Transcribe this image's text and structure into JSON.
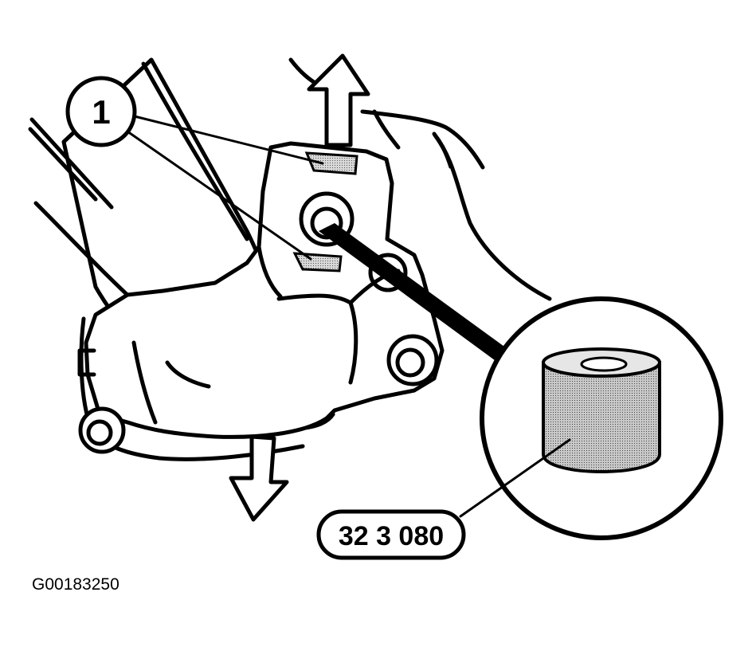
{
  "figure": {
    "callout_number": "1",
    "tool_part_number": "32 3 080",
    "figure_id": "G00183250",
    "colors": {
      "ink": "#000000",
      "paper": "#ffffff",
      "tool_shading": "#b8b8b8"
    }
  }
}
